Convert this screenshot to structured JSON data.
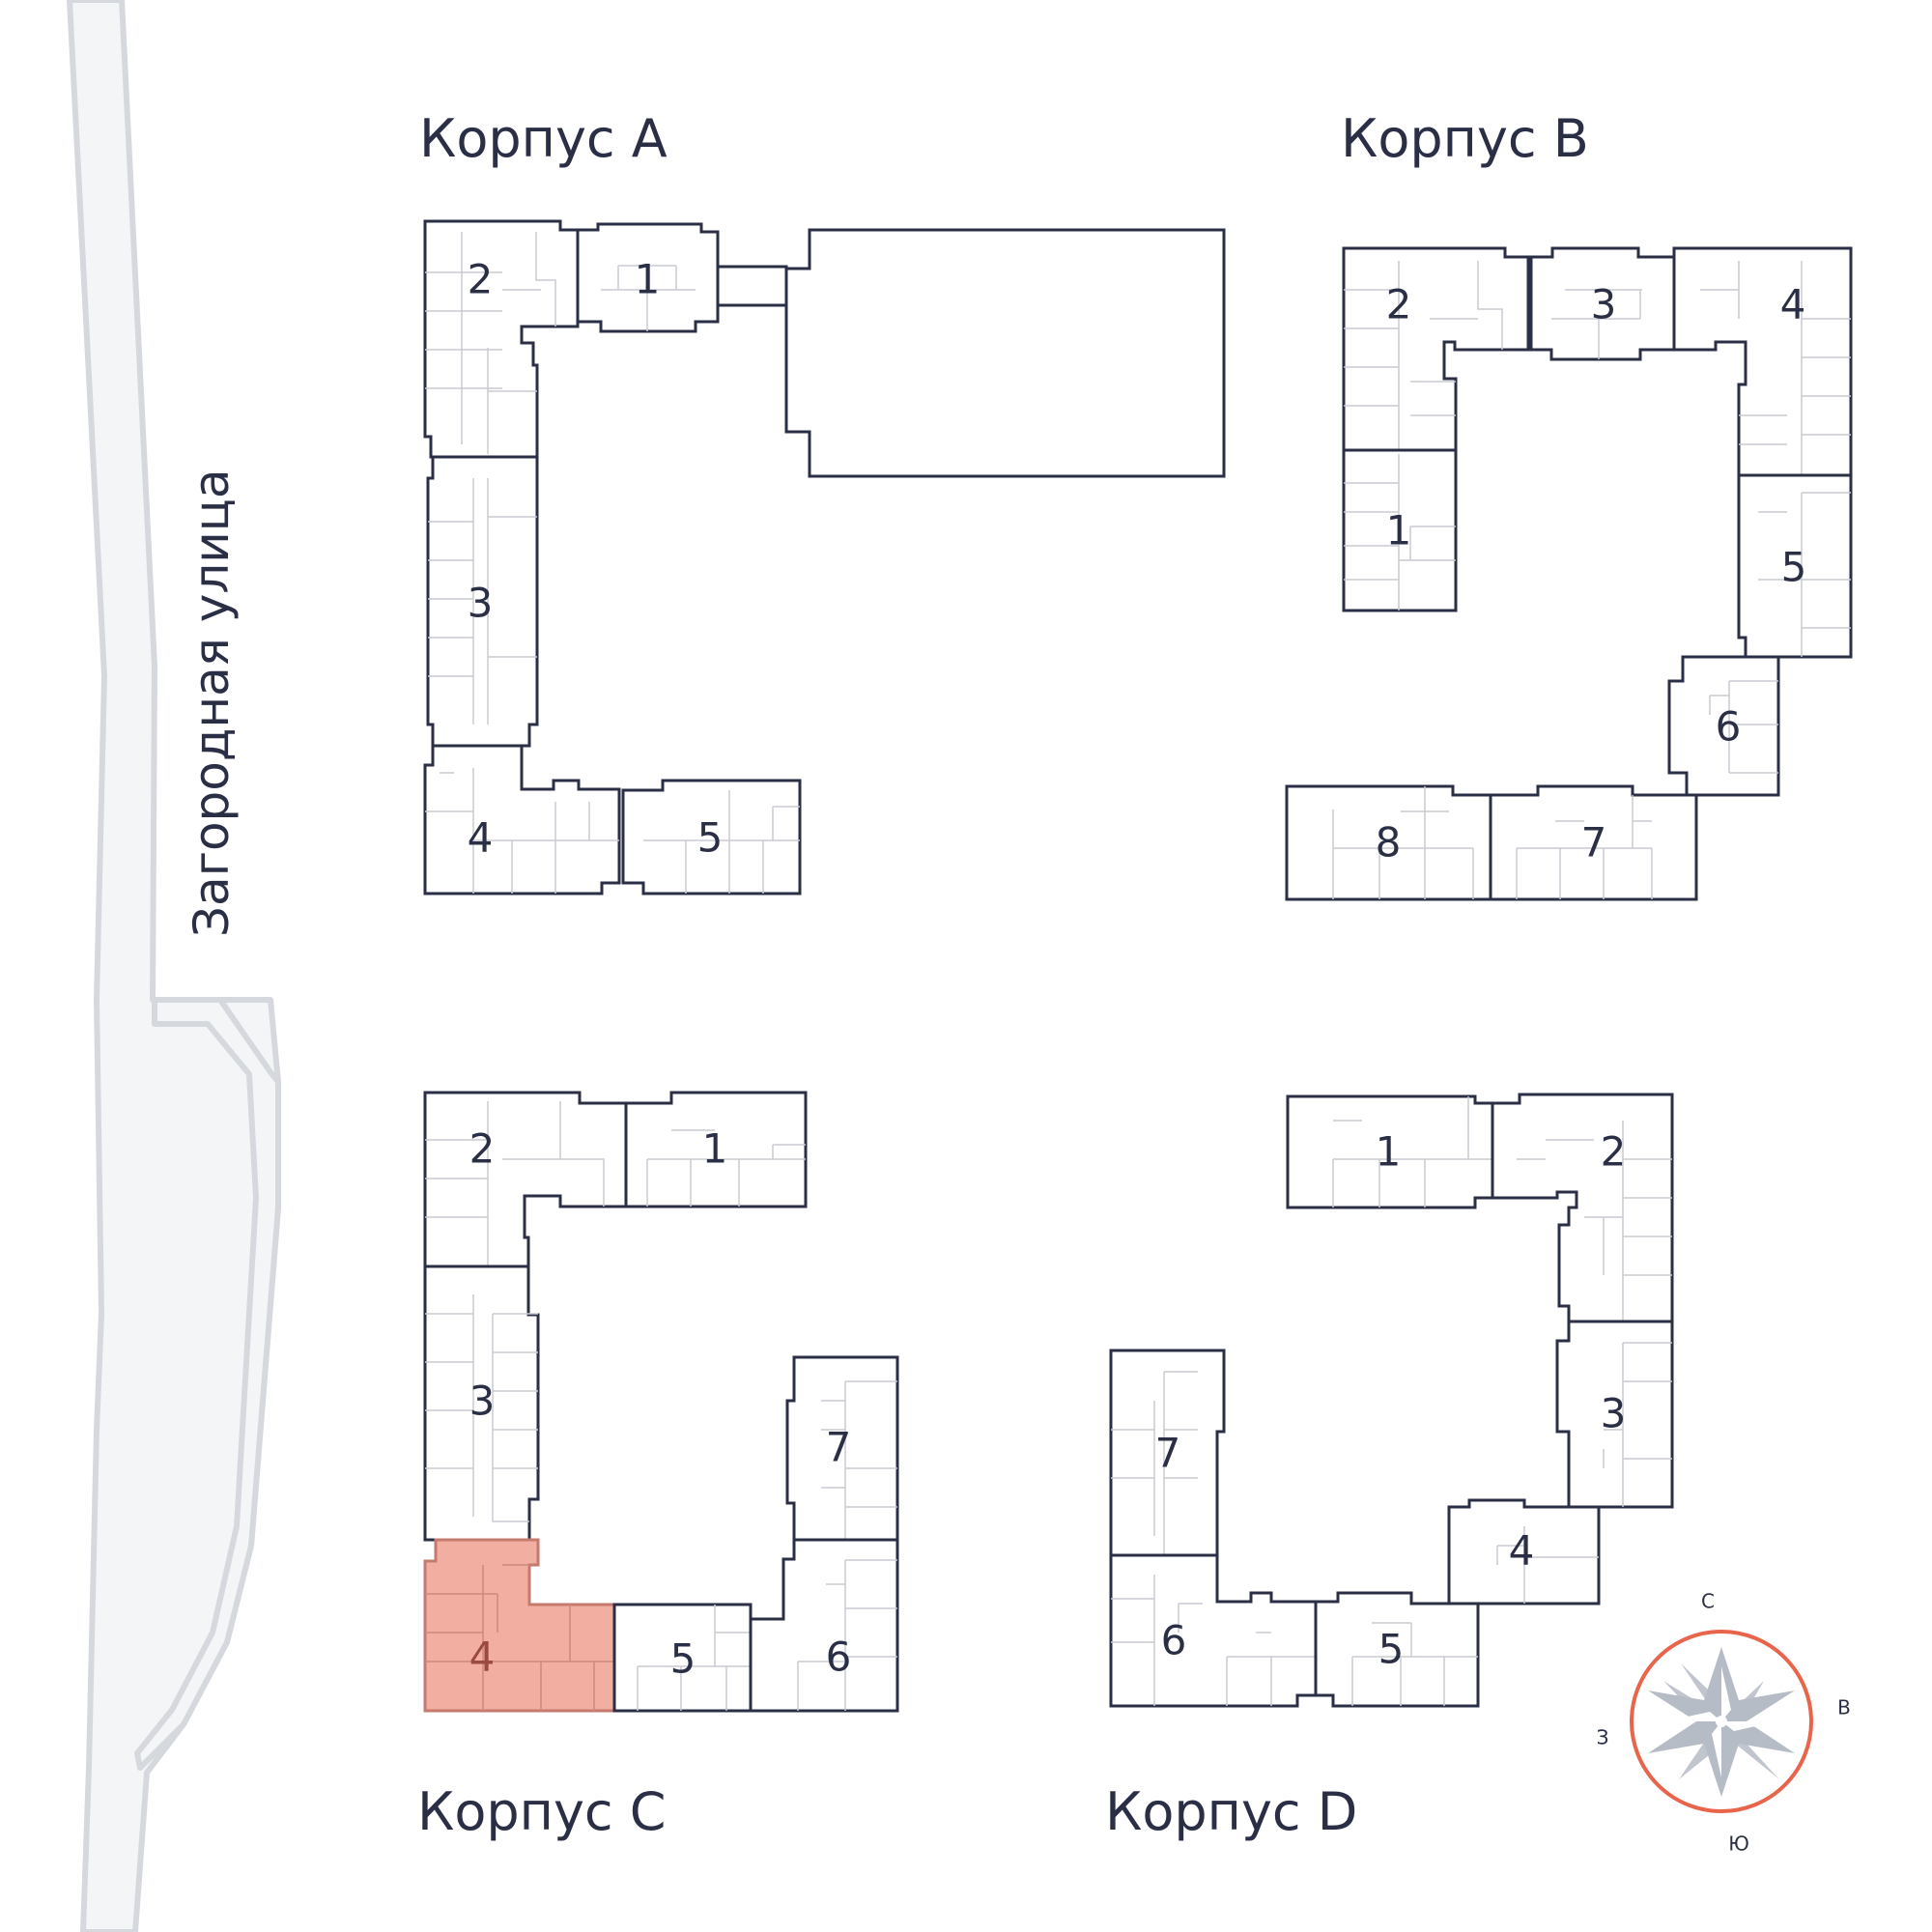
{
  "street": {
    "name": "Загородная улица"
  },
  "buildings": {
    "a": {
      "title": "Корпус A",
      "sections": [
        "2",
        "1",
        "3",
        "4",
        "5"
      ]
    },
    "b": {
      "title": "Корпус B",
      "sections": [
        "2",
        "3",
        "4",
        "1",
        "5",
        "6",
        "8",
        "7"
      ]
    },
    "c": {
      "title": "Корпус C",
      "sections": [
        "2",
        "1",
        "3",
        "7",
        "4",
        "5",
        "6"
      ],
      "selected": "4"
    },
    "d": {
      "title": "Корпус D",
      "sections": [
        "1",
        "2",
        "7",
        "3",
        "4",
        "6",
        "5"
      ]
    }
  },
  "compass": {
    "north": "С",
    "east": "В",
    "south": "Ю",
    "west": "З"
  },
  "colors": {
    "selected": "#f2aea0",
    "outline": "#2b2f45",
    "compass_ring": "#e8644b",
    "compass_star": "#b6bcc6"
  }
}
